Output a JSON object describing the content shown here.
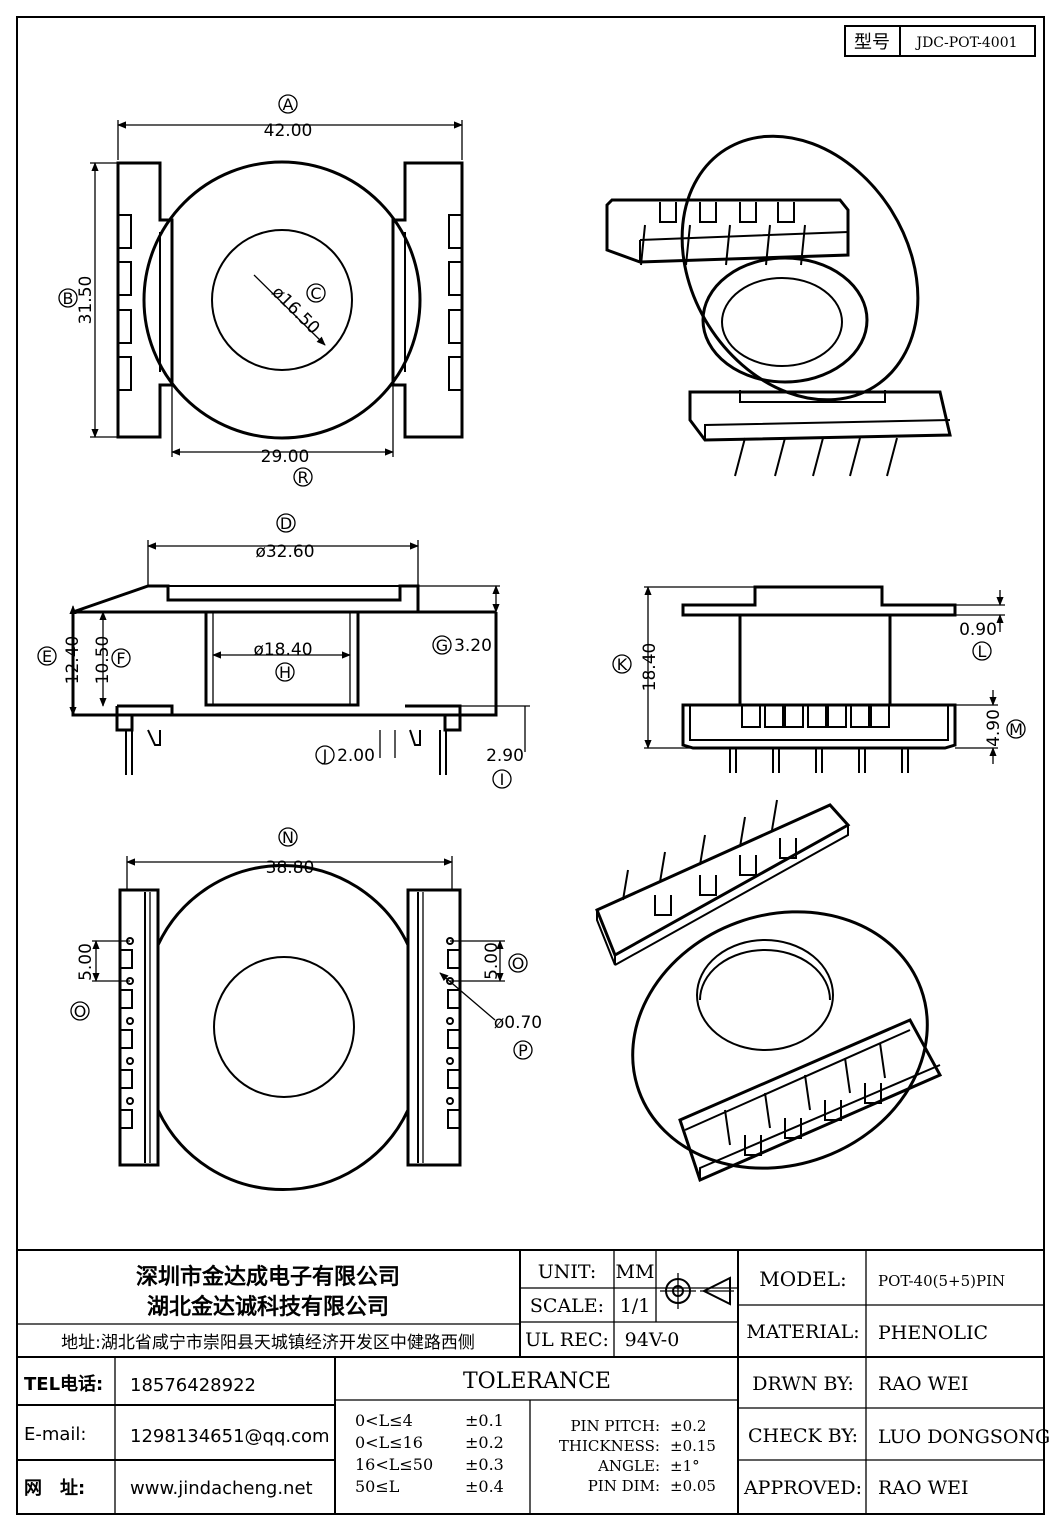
{
  "model_code": {
    "label": "型号",
    "value": "JDC-POT-4001"
  },
  "top_view": {
    "width_label": "A",
    "width": "42.00",
    "height_label": "B",
    "height": "31.50",
    "bore_label": "C",
    "bore": "ø16.50",
    "flange_label": "R",
    "flange": "29.00"
  },
  "side_view": {
    "d_label": "D",
    "d": "ø32.60",
    "e_label": "E",
    "e": "12.40",
    "f_label": "F",
    "f": "10.50",
    "g_label": "G",
    "g": "3.20",
    "h_label": "H",
    "h": "ø18.40",
    "j_label": "J",
    "j": "2.00",
    "i_label": "I",
    "i": "2.90"
  },
  "front_view": {
    "k_label": "K",
    "k": "18.40",
    "l_label": "L",
    "l": "0.90",
    "m_label": "M",
    "m": "4.90"
  },
  "bottom_view": {
    "n_label": "N",
    "n": "38.80",
    "o_label": "O",
    "o": "5.00",
    "p_label": "P",
    "p": "ø0.70"
  },
  "title_block": {
    "company_1": "深圳市金达成电子有限公司",
    "company_2": "湖北金达诚科技有限公司",
    "address": "地址:湖北省咸宁市崇阳县天城镇经济开发区中健路西侧",
    "tel_label": "TEL电话:",
    "tel": "18576428922",
    "email_label": "E-mail:",
    "email": "1298134651@qq.com",
    "web_label": "网　址:",
    "web": "www.jindacheng.net",
    "unit_label": "UNIT:",
    "unit": "MM",
    "scale_label": "SCALE:",
    "scale": "1/1",
    "ulrec_label": "UL REC:",
    "ulrec": "94V-0",
    "tolerance_title": "TOLERANCE",
    "tolerances": [
      {
        "range": "0<L≤4",
        "value": "±0.1"
      },
      {
        "range": "0<L≤16",
        "value": "±0.2"
      },
      {
        "range": "16<L≤50",
        "value": "±0.3"
      },
      {
        "range": "50≤L",
        "value": "±0.4"
      }
    ],
    "extra_tol": [
      {
        "label": "PIN PITCH:",
        "value": "±0.2"
      },
      {
        "label": "THICKNESS:",
        "value": "±0.15"
      },
      {
        "label": "ANGLE:",
        "value": "±1°"
      },
      {
        "label": "PIN DIM:",
        "value": "±0.05"
      }
    ],
    "model_label": "MODEL:",
    "model": "POT-40(5+5)PIN",
    "material_label": "MATERIAL:",
    "material": "PHENOLIC",
    "drawn_label": "DRWN BY:",
    "drawn": "RAO WEI",
    "check_label": "CHECK BY:",
    "check": "LUO DONGSONG",
    "approved_label": "APPROVED:",
    "approved": "RAO WEI"
  }
}
